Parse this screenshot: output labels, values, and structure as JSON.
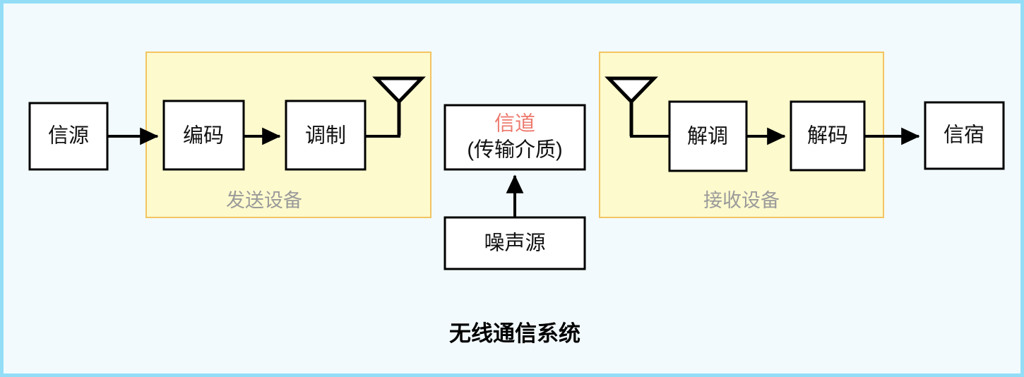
{
  "page": {
    "title": "无线通信系统",
    "background_color": "#f2fafd",
    "border_color": "#93ddf7"
  },
  "colors": {
    "group_fill": "#fdfacd",
    "group_stroke": "#f3c461",
    "node_fill": "#ffffff",
    "node_stroke": "#000000",
    "accent_text": "#ed7b6f",
    "group_label_text": "#9a9a9a",
    "arrow": "#000000"
  },
  "groups": [
    {
      "id": "transmitter",
      "label": "发送设备"
    },
    {
      "id": "receiver",
      "label": "接收设备"
    }
  ],
  "nodes": [
    {
      "id": "source",
      "label": "信源"
    },
    {
      "id": "encode",
      "label": "编码"
    },
    {
      "id": "modulate",
      "label": "调制"
    },
    {
      "id": "channel",
      "label_accent": "信道",
      "label_sub": "(传输介质)"
    },
    {
      "id": "demodulate",
      "label": "解调"
    },
    {
      "id": "decode",
      "label": "解码"
    },
    {
      "id": "sink",
      "label": "信宿"
    },
    {
      "id": "noise_source",
      "label": "噪声源"
    }
  ],
  "icons": [
    {
      "id": "tx-antenna",
      "name": "antenna-icon"
    },
    {
      "id": "rx-antenna",
      "name": "antenna-icon"
    }
  ],
  "connections": [
    {
      "from": "source",
      "to": "encode"
    },
    {
      "from": "encode",
      "to": "modulate"
    },
    {
      "from": "modulate",
      "to": "tx-antenna"
    },
    {
      "from": "rx-antenna",
      "to": "demodulate"
    },
    {
      "from": "demodulate",
      "to": "decode"
    },
    {
      "from": "decode",
      "to": "sink"
    },
    {
      "from": "noise_source",
      "to": "channel"
    }
  ]
}
